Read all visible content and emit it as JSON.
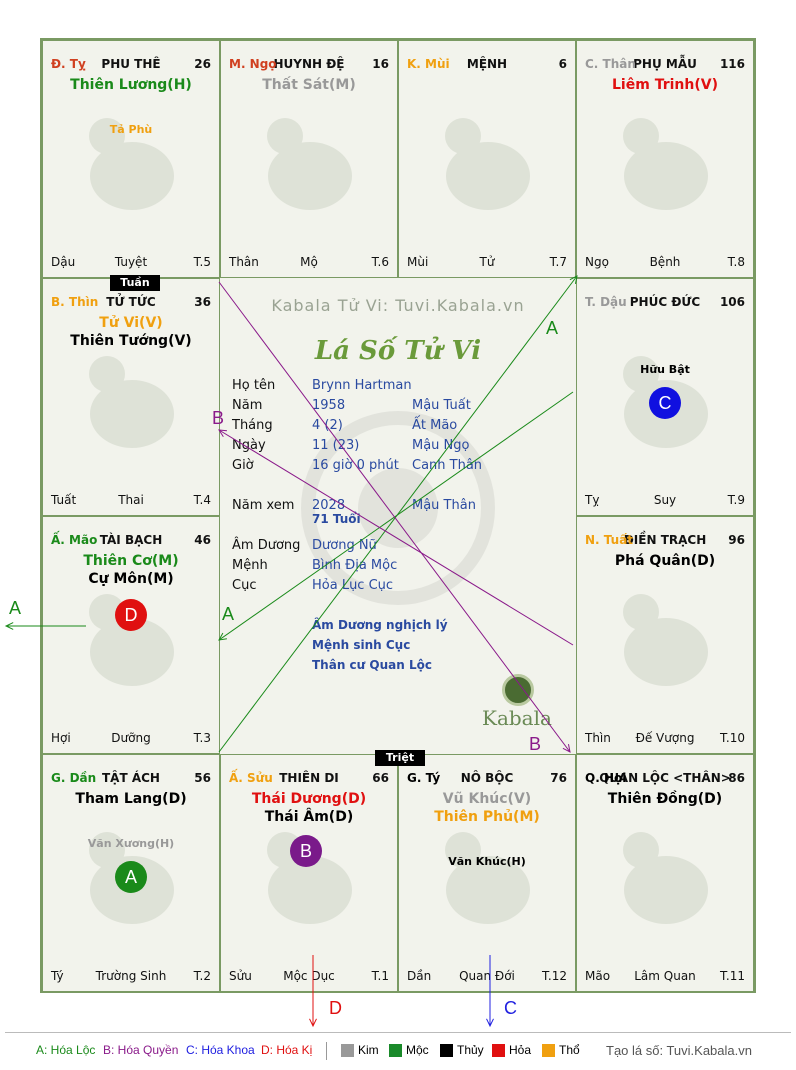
{
  "colors": {
    "green": "#1a8a1a",
    "red": "#e01010",
    "gray": "#999999",
    "orange": "#f0a010",
    "black": "#000000",
    "blue": "#2020e0",
    "purple": "#8a1a8a"
  },
  "palaces": [
    {
      "id": "p-ty",
      "can": "Đ. Tỵ",
      "can_color": "#d04020",
      "name": "PHU THÊ",
      "num": "26",
      "bl": "Dậu",
      "bc": "Tuyệt",
      "br": "T.5",
      "stars": [
        {
          "t": "Thiên Lương(H)",
          "c": "#1a8a1a"
        }
      ],
      "minor": [
        {
          "t": "Tả Phù",
          "c": "#f0a010"
        }
      ]
    },
    {
      "id": "p-ngo",
      "can": "M. Ngọ",
      "can_color": "#d04020",
      "name": "HUYNH ĐỆ",
      "num": "16",
      "bl": "Thân",
      "bc": "Mộ",
      "br": "T.6",
      "stars": [
        {
          "t": "Thất Sát(M)",
          "c": "#999999"
        }
      ],
      "minor": []
    },
    {
      "id": "p-mui",
      "can": "K. Mùi",
      "can_color": "#f0a010",
      "name": "MỆNH",
      "num": "6",
      "bl": "Mùi",
      "bc": "Tử",
      "br": "T.7",
      "stars": [],
      "minor": []
    },
    {
      "id": "p-than",
      "can": "C. Thân",
      "can_color": "#999999",
      "name": "PHỤ MẪU",
      "num": "116",
      "bl": "Ngọ",
      "bc": "Bệnh",
      "br": "T.8",
      "stars": [
        {
          "t": "Liêm Trinh(V)",
          "c": "#e01010"
        }
      ],
      "minor": []
    },
    {
      "id": "p-thin",
      "can": "B. Thìn",
      "can_color": "#f0a010",
      "name": "TỬ TỨC",
      "num": "36",
      "bl": "Tuất",
      "bc": "Thai",
      "br": "T.4",
      "stars": [
        {
          "t": "Tử Vi(V)",
          "c": "#f0a010"
        },
        {
          "t": "Thiên Tướng(V)",
          "c": "#000000"
        }
      ],
      "minor": []
    },
    {
      "id": "p-dau",
      "can": "T. Dậu",
      "can_color": "#999999",
      "name": "PHÚC ĐỨC",
      "num": "106",
      "bl": "Tỵ",
      "bc": "Suy",
      "br": "T.9",
      "stars": [],
      "minor": [
        {
          "t": "Hữu Bật",
          "c": "#000000"
        }
      ]
    },
    {
      "id": "p-mao",
      "can": "Ấ. Mão",
      "can_color": "#1a8a1a",
      "name": "TÀI BẠCH",
      "num": "46",
      "bl": "Hợi",
      "bc": "Dưỡng",
      "br": "T.3",
      "stars": [
        {
          "t": "Thiên Cơ(M)",
          "c": "#1a8a1a"
        },
        {
          "t": "Cự Môn(M)",
          "c": "#000000"
        }
      ],
      "minor": []
    },
    {
      "id": "p-tuat",
      "can": "N. Tuất",
      "can_color": "#f0a010",
      "name": "ĐIỀN TRẠCH",
      "num": "96",
      "bl": "Thìn",
      "bc": "Đế Vượng",
      "br": "T.10",
      "stars": [
        {
          "t": "Phá Quân(D)",
          "c": "#000000"
        }
      ],
      "minor": []
    },
    {
      "id": "p-dan",
      "can": "G. Dần",
      "can_color": "#1a8a1a",
      "name": "TẬT ÁCH",
      "num": "56",
      "bl": "Tý",
      "bc": "Trường Sinh",
      "br": "T.2",
      "stars": [
        {
          "t": "Tham Lang(D)",
          "c": "#000000"
        }
      ],
      "minor": [
        {
          "t": "Văn Xương(H)",
          "c": "#999999"
        }
      ]
    },
    {
      "id": "p-suu",
      "can": "Ấ. Sửu",
      "can_color": "#f0a010",
      "name": "THIÊN DI",
      "num": "66",
      "bl": "Sửu",
      "bc": "Mộc Dục",
      "br": "T.1",
      "stars": [
        {
          "t": "Thái Dương(D)",
          "c": "#e01010"
        },
        {
          "t": "Thái Âm(D)",
          "c": "#000000"
        }
      ],
      "minor": []
    },
    {
      "id": "p-ti",
      "can": "G. Tý",
      "can_color": "#000000",
      "name": "NÔ BỘC",
      "num": "76",
      "bl": "Dần",
      "bc": "Quan Đới",
      "br": "T.12",
      "stars": [
        {
          "t": "Vũ Khúc(V)",
          "c": "#999999"
        },
        {
          "t": "Thiên Phủ(M)",
          "c": "#f0a010"
        }
      ],
      "minor": [
        {
          "t": "Văn Khúc(H)",
          "c": "#000000"
        }
      ]
    },
    {
      "id": "p-hoi",
      "can": "Q. Hợi",
      "can_color": "#000000",
      "name": "QUAN LỘC <THÂN>",
      "num": "86",
      "bl": "Mão",
      "bc": "Lâm Quan",
      "br": "T.11",
      "stars": [
        {
          "t": "Thiên Đồng(D)",
          "c": "#000000"
        }
      ],
      "minor": []
    }
  ],
  "badges": {
    "A": "A",
    "B": "B",
    "C": "C",
    "D": "D"
  },
  "tags": {
    "tuan": "Tuần",
    "triet": "Triệt"
  },
  "center": {
    "watermark": "Kabala Tử Vi: Tuvi.Kabala.vn",
    "title": "Lá Số Tử Vi",
    "logo_text": "Kabala",
    "rows": [
      {
        "k": "Họ tên",
        "v": "Brynn Hartman",
        "v2": ""
      },
      {
        "k": "Năm",
        "v": "1958",
        "v2": "Mậu Tuất"
      },
      {
        "k": "Tháng",
        "v": "4  (2)",
        "v2": "Ất Mão"
      },
      {
        "k": "Ngày",
        "v": "11  (23)",
        "v2": "Mậu Ngọ"
      },
      {
        "k": "Giờ",
        "v": "16 giờ 0 phút",
        "v2": "Canh Thân"
      },
      {
        "k": "Năm xem",
        "v": "2028",
        "v2": "Mậu Thân"
      },
      {
        "k": "",
        "v": "71 Tuổi",
        "v2": ""
      },
      {
        "k": "Âm Dương",
        "v": "Dương Nữ",
        "v2": ""
      },
      {
        "k": "Mệnh",
        "v": "Bình Địa Mộc",
        "v2": ""
      },
      {
        "k": "Cục",
        "v": "Hỏa Lục Cục",
        "v2": ""
      }
    ],
    "notes": [
      "Âm Dương nghịch lý",
      "Mệnh sinh Cục",
      "Thân cư Quan Lộc"
    ]
  },
  "arrow_labels": {
    "A": "A",
    "B": "B",
    "C": "C",
    "D": "D"
  },
  "legend": {
    "a": "A: Hóa Lộc",
    "b": "B: Hóa Quyền",
    "c": "C: Hóa Khoa",
    "d": "D: Hóa Kị",
    "kim": "Kim",
    "moc": "Mộc",
    "thuy": "Thủy",
    "hoa": "Hỏa",
    "tho": "Thổ",
    "site": "Tạo lá số: Tuvi.Kabala.vn"
  }
}
